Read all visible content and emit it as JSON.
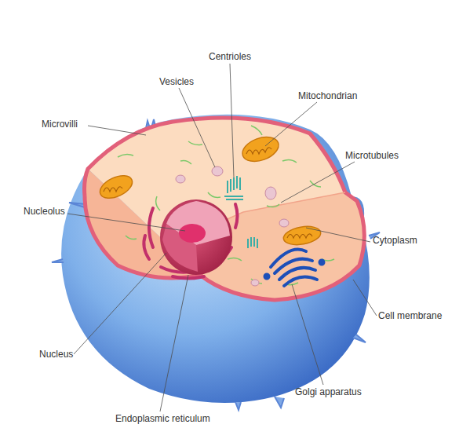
{
  "diagram": {
    "labels": [
      "Centrioles",
      "Vesicles",
      "Mitochondrian",
      "Microvilli",
      "Microtubules",
      "Nucleolus",
      "Cytoplasm",
      "Cell membrane",
      "Nucleus",
      "Golgi apparatus",
      "Endoplasmic reticulum"
    ]
  }
}
